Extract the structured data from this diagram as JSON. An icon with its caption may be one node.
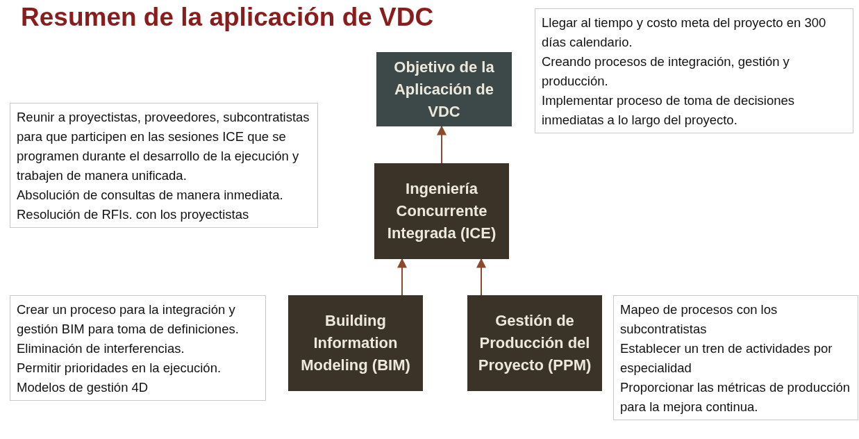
{
  "diagram": {
    "title": "Resumen de la aplicación de VDC",
    "nodes": [
      {
        "text": [
          "Objetivo de la Aplicación de VDC"
        ]
      },
      {
        "text": [
          "Ingeniería Concurrente Integrada (ICE)"
        ]
      },
      {
        "text": [
          "Building Information Modeling (BIM)"
        ]
      },
      {
        "text": [
          "Gestión de Producción del Proyecto (PPM)"
        ]
      },
      {
        "text": [
          "Llegar al tiempo y costo meta del proyecto en 300 días calendario.",
          "Creando procesos de integración, gestión y producción.",
          "Implementar proceso de toma de decisiones inmediatas a lo largo del proyecto."
        ]
      },
      {
        "text": [
          "Reunir a proyectistas, proveedores, subcontratistas para que participen en las sesiones ICE que se programen durante el desarrollo de la ejecución y trabajen de manera unificada.",
          "Absolución de consultas de manera inmediata.",
          "Resolución de RFIs. con los proyectistas"
        ]
      },
      {
        "text": [
          "Crear un proceso para la integración y gestión  BIM para toma de definiciones.",
          "Eliminación de interferencias.",
          "Permitir prioridades en la ejecución.",
          "Modelos de gestión 4D"
        ]
      },
      {
        "text": [
          "Mapeo de procesos con los subcontratistas",
          "Establecer un tren de actividades por especialidad",
          "Proporcionar las métricas de producción para la mejora continua."
        ]
      }
    ],
    "edges": [
      {
        "from": 1,
        "to": 0,
        "arrow": "to"
      },
      {
        "from": 2,
        "to": 1,
        "arrow": "to"
      },
      {
        "from": 3,
        "to": 1,
        "arrow": "to"
      }
    ]
  }
}
